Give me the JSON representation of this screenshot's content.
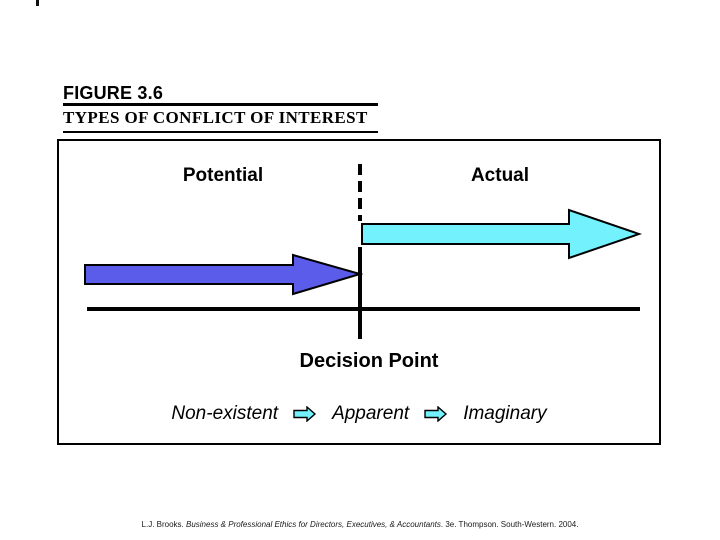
{
  "slide": {
    "figure_label": "FIGURE 3.6",
    "title": "TYPES OF CONFLICT OF INTEREST",
    "diagram": {
      "left_zone": "Potential",
      "right_zone": "Actual",
      "decision_point": "Decision Point",
      "spectrum": [
        "Non-existent",
        "Apparent",
        "Imaginary"
      ]
    },
    "footer": {
      "author": "L.J. Brooks. ",
      "book_title": "Business & Professional Ethics for Directors, Executives, & Accountants",
      "edition_publisher": ". 3e. Thompson. South-Western. 2004."
    }
  },
  "icons": {
    "spectrum_arrow": "block-right-arrow",
    "potential_arrow": "block-right-arrow",
    "actual_arrow": "block-right-arrow"
  },
  "colors": {
    "potential_arrow_fill": "#5c5ceb",
    "actual_arrow_fill": "#73f2fd",
    "spectrum_arrow_fill": "#73f2fd",
    "line": "#000000"
  }
}
